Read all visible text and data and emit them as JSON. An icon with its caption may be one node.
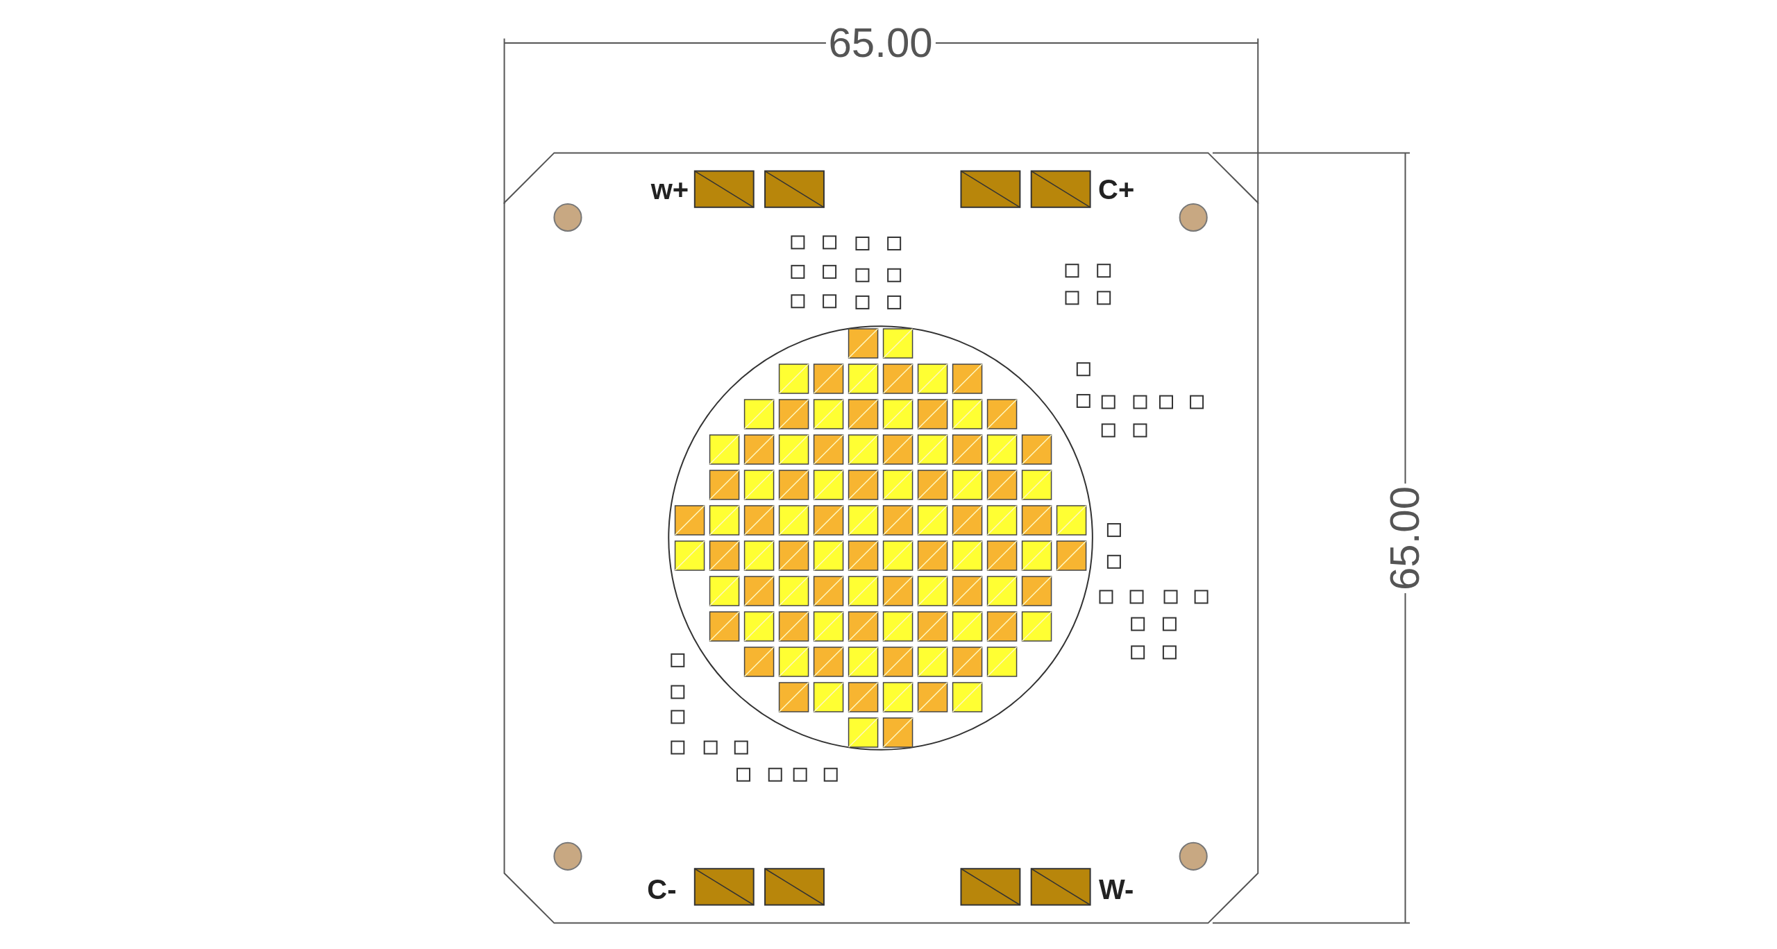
{
  "diagram": {
    "labels": [
      "65.00",
      "65.00",
      "w+",
      "C+",
      "C-",
      "W-"
    ]
  }
}
